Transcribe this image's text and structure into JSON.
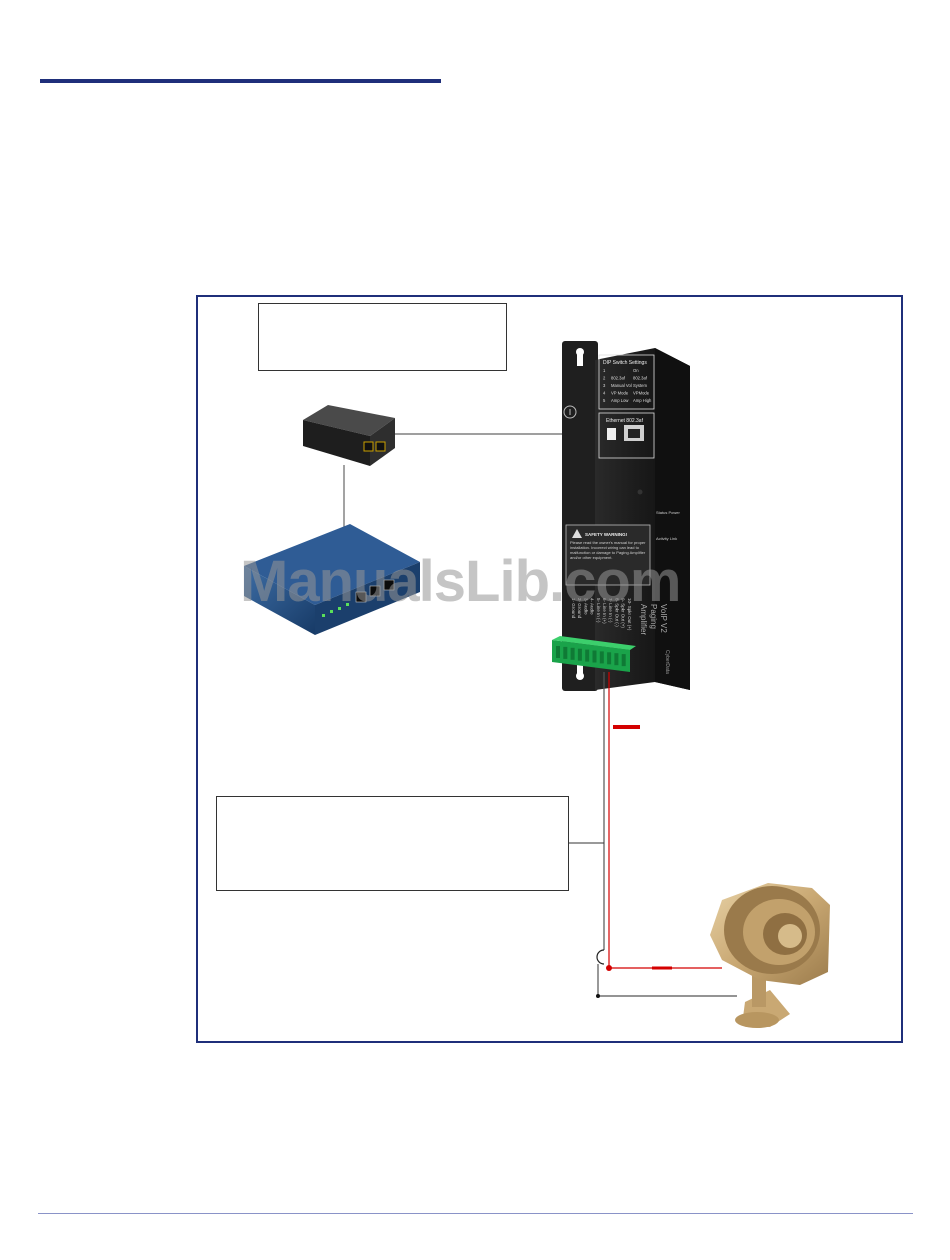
{
  "header": {
    "rule_color": "#1f2f7a"
  },
  "colors": {
    "frame": "#1f2f7a",
    "wire_red": "#d40000",
    "wire_black": "#333333"
  },
  "amplifier": {
    "dip_title": "DIP Switch Settings",
    "dip_rows": [
      [
        "1",
        "",
        "On"
      ],
      [
        "2",
        "802.3af",
        "802.3af"
      ],
      [
        "3",
        "Manual Vol",
        "System"
      ],
      [
        "4",
        "VP Mode",
        "VPMode"
      ],
      [
        "5",
        "Amp Low",
        "Amp High"
      ]
    ],
    "port_label": "Ethernet 802.3af",
    "status_label": "Status Power",
    "activity_label": "Activity Link",
    "warning_title": "SAFETY WARNING!",
    "warning_text": "Please read the owner's manual for proper installation. Incorrect wiring can lead to malfunction or damage to Paging Amplifier and/or other equipment.",
    "terminals": [
      "1- Ground",
      "2- Ground",
      "3- Audio",
      "4- Audio",
      "5- Line In (-)",
      "6- Line In (+)",
      "7- Line In (-)",
      "8- Spkr Out (-)",
      "9- Spkr Out (+)",
      "10- Spkr Out (+)"
    ],
    "product_line1": "VoIP V2",
    "product_line2": "Paging",
    "product_line3": "Amplifier",
    "brand": "CyberData"
  },
  "watermark": "ManualsLib.com"
}
